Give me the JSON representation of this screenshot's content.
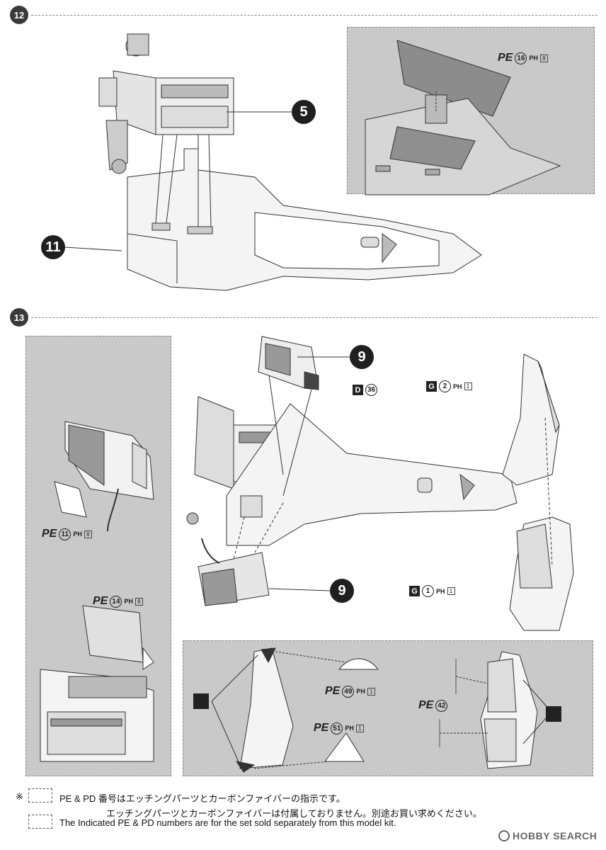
{
  "steps": [
    {
      "number": "12"
    },
    {
      "number": "13"
    }
  ],
  "parts": {
    "step12_engine": "5",
    "step12_chassis": "11",
    "step13_radiator_top": "9",
    "step13_radiator_bottom": "9"
  },
  "callouts": {
    "pe16": {
      "prefix": "PE",
      "num": "16",
      "ph": "PH",
      "sheet": "8"
    },
    "pe11": {
      "prefix": "PE",
      "num": "11",
      "ph": "PH",
      "sheet": "8"
    },
    "pe14": {
      "prefix": "PE",
      "num": "14",
      "ph": "PH",
      "sheet": "8"
    },
    "pe49": {
      "prefix": "PE",
      "num": "49",
      "ph": "PH",
      "sheet": "1"
    },
    "pe51": {
      "prefix": "PE",
      "num": "51",
      "ph": "PH",
      "sheet": "1"
    },
    "pe42": {
      "prefix": "PE",
      "num": "42"
    },
    "g2": {
      "letter": "G",
      "num": "2",
      "ph": "PH",
      "sheet": "1"
    },
    "g1": {
      "letter": "G",
      "num": "1",
      "ph": "PH",
      "sheet": "1"
    },
    "d36": {
      "letter": "D",
      "num": "36"
    }
  },
  "notes": {
    "asterisk": "※",
    "line1": "PE & PD 番号はエッチングパーツとカーボンファイバーの指示です。",
    "line2": "エッチングパーツとカーボンファイバーは付属しておりません。別途お買い求めください。",
    "line3": "The Indicated PE & PD numbers are for the set sold separately from this model kit."
  },
  "watermark": "HOBBY SEARCH"
}
